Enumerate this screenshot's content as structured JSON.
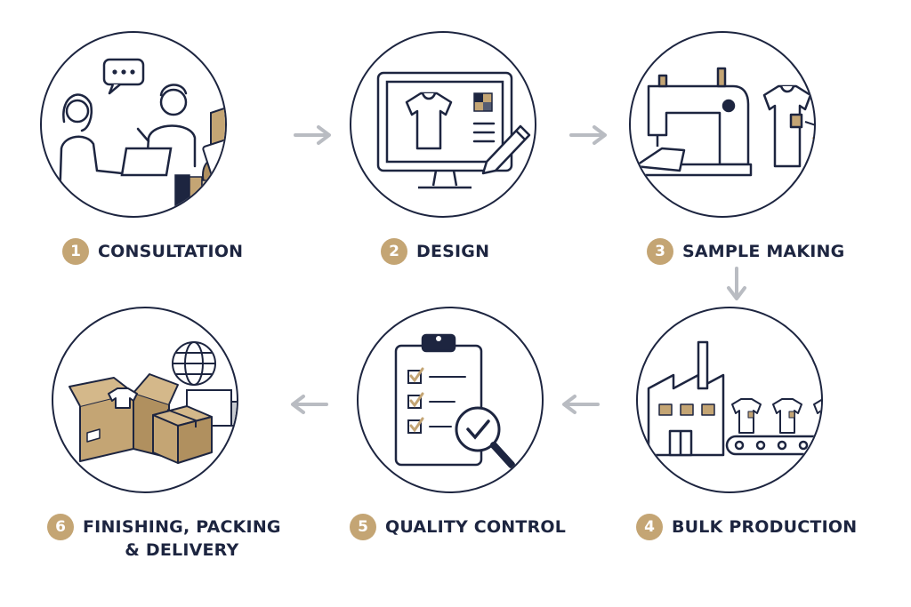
{
  "steps": [
    {
      "number": "1",
      "label": "CONSULTATION"
    },
    {
      "number": "2",
      "label": "DESIGN"
    },
    {
      "number": "3",
      "label": "SAMPLE MAKING"
    },
    {
      "number": "4",
      "label": "BULK PRODUCTION"
    },
    {
      "number": "5",
      "label": "QUALITY CONTROL"
    },
    {
      "number": "6",
      "label_line1": "FINISHING, PACKING",
      "label_line2": "& DELIVERY"
    }
  ],
  "colors": {
    "navy": "#1d2540",
    "gold": "#c4a574",
    "arrow": "#b9bcc2"
  }
}
